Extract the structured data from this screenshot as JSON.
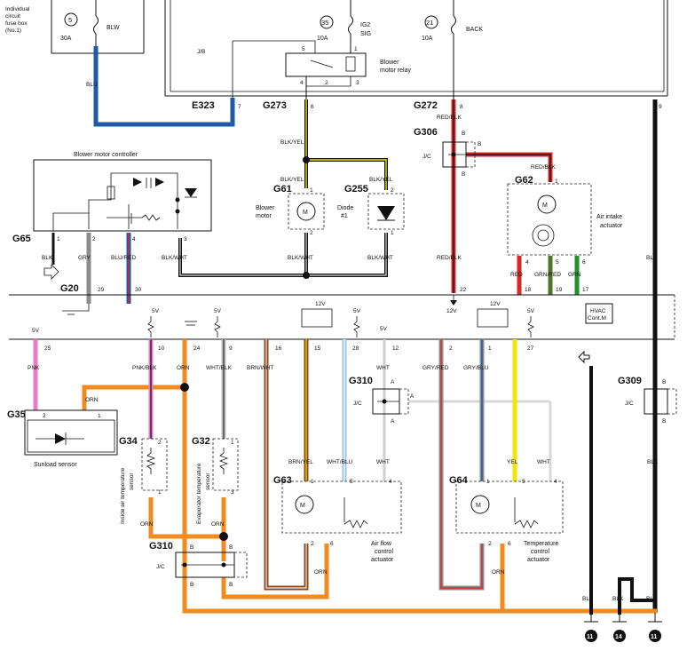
{
  "fuse_box": {
    "label_lines": [
      "Individual",
      "circuit",
      "fuse box",
      "(No.1)"
    ],
    "fuses": [
      {
        "num": "5",
        "amp": "30A",
        "name": "BLW"
      },
      {
        "num": "35",
        "amp": "10A",
        "name_lines": [
          "IG2",
          "SIG"
        ]
      },
      {
        "num": "21",
        "amp": "10A",
        "name": "BACK"
      }
    ]
  },
  "relay": {
    "label_lines": [
      "Blower",
      "motor relay"
    ],
    "pins": [
      "5",
      "1",
      "4",
      "2",
      "3"
    ],
    "jb_label": "J/B"
  },
  "connectors": {
    "E323": "E323",
    "G273": "G273",
    "G272": "G272",
    "G306": "G306",
    "G61": "G61",
    "G255": "G255",
    "G62": "G62",
    "G65": "G65",
    "G20": "G20",
    "G35": "G35",
    "G34": "G34",
    "G32": "G32",
    "G310": "G310",
    "G309": "G309",
    "G63": "G63",
    "G64": "G64"
  },
  "components": {
    "blower_motor_controller": "Blower motor controller",
    "blower_motor": [
      "Blower",
      "motor"
    ],
    "diode": [
      "Diode",
      "#1"
    ],
    "air_intake_actuator": [
      "Air intake",
      "actuator"
    ],
    "sunload_sensor": "Sunload sensor",
    "inside_air_sensor": [
      "Inside air temperature",
      "sensor"
    ],
    "evaporator_sensor": [
      "Evaporator temperature",
      "sensor"
    ],
    "air_flow_actuator": [
      "Air flow",
      "control",
      "actuator"
    ],
    "temp_actuator": [
      "Temperature",
      "control",
      "actuator"
    ],
    "hvac": [
      "HVAC",
      "Cont.M"
    ],
    "jc": "J/C",
    "motor_symbol": "M"
  },
  "wire_colors": {
    "blu": "BLU",
    "red_blk": "RED/BLK",
    "blk_yel": "BLK/YEL",
    "blk_wht": "BLK/WHT",
    "blk": "BLK",
    "gry": "GRY",
    "blu_red": "BLU/RED",
    "red": "RED",
    "grn_red": "GRN/RED",
    "grn": "GRN",
    "pnk": "PNK",
    "pnk_blk": "PNK/BLK",
    "orn": "ORN",
    "wht_blk": "WHT/BLK",
    "brn_wht": "BRN/WHT",
    "wht": "WHT",
    "gry_red": "GRY/RED",
    "gry_blu": "GRY/BLU",
    "brn_yel": "BRN/YEL",
    "wht_blu": "WHT/BLU",
    "yel": "YEL"
  },
  "voltages": {
    "v5": "5V",
    "v12": "12V"
  },
  "hvac_pins": [
    "25",
    "10",
    "24",
    "9",
    "16",
    "15",
    "28",
    "12",
    "2",
    "1",
    "27",
    "29",
    "30",
    "22",
    "18",
    "19",
    "17"
  ],
  "ground_numbers": [
    "11",
    "14",
    "11"
  ],
  "terminal_letters": {
    "A": "A",
    "B": "B"
  },
  "palette": {
    "blue": "#1f5aa8",
    "red": "#d42a2a",
    "orange": "#f28a1e",
    "black": "#111111",
    "yellow": "#f4e600",
    "pink": "#e37ec5",
    "green": "#1f8f2e",
    "gray": "#8c8c8c",
    "brown": "#8b4a1c",
    "light_blue": "#9ec3e6",
    "wire_light": "#d8d8d8"
  }
}
